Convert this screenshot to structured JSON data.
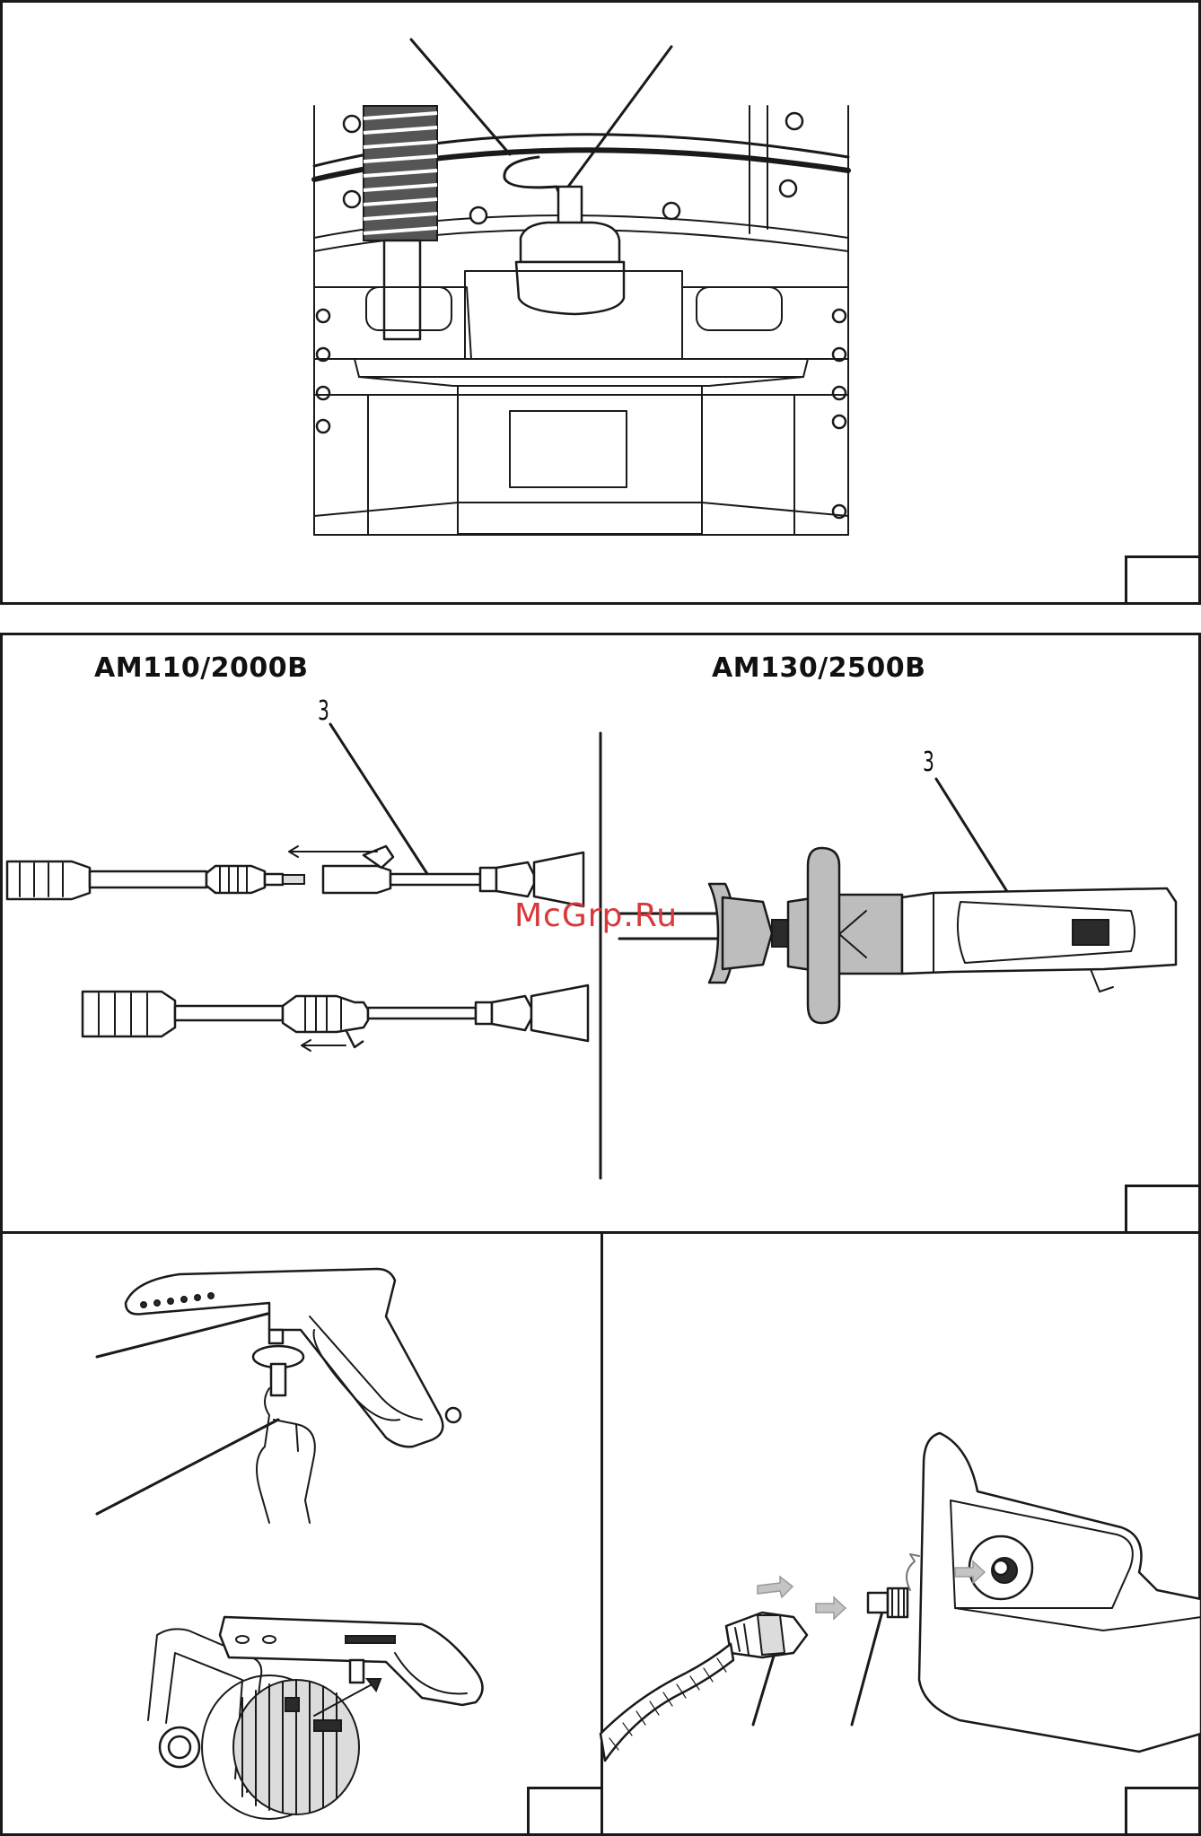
{
  "panels": {
    "top": {},
    "middle": {
      "left_model": "AM110/2000B",
      "right_model": "AM130/2500B",
      "left_callout": "3",
      "right_callout": "3"
    },
    "bottom_left": {},
    "bottom_right": {}
  },
  "watermark": "McGrp.Ru",
  "colors": {
    "line": "#1a1a1a",
    "part_gray": "#bdbdbd",
    "watermark": "#d9373a"
  },
  "icons": [
    "arrow-icon",
    "rotate-arrow-icon"
  ]
}
